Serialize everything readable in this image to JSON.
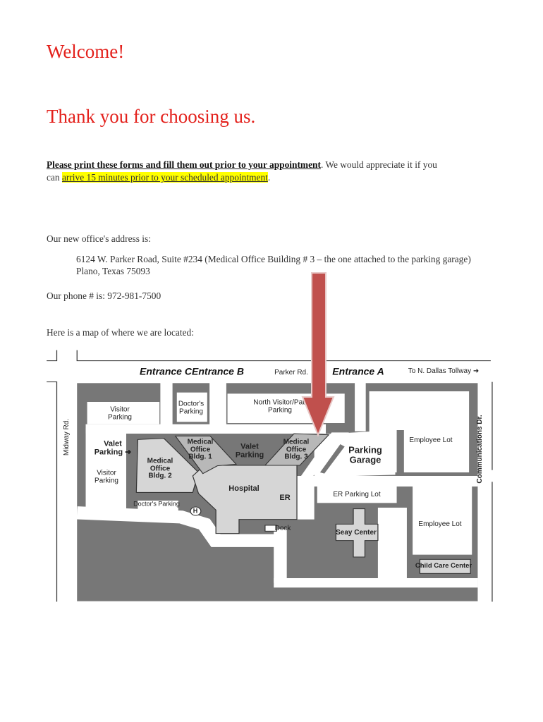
{
  "heading": {
    "welcome": "Welcome!",
    "thanks": "Thank you for choosing us."
  },
  "intro": {
    "instruction_bold": "Please print these forms and fill them out prior to your appointment",
    "after_bold": ".  We would appreciate it if you",
    "line2_prefix": "can ",
    "highlight": "arrive 15 minutes prior to your scheduled appointment",
    "line2_suffix": "."
  },
  "address": {
    "label": "Our new office's address is:",
    "line1": "6124 W. Parker Road, Suite #234 (Medical Office Building # 3 – the one attached to the parking garage)",
    "line2": "Plano, Texas 75093"
  },
  "phone": {
    "label": "Our phone # is:  972-981-7500"
  },
  "map_intro": "Here is a map of  where we are located:",
  "map": {
    "colors": {
      "arrow": "#c0504d",
      "highlight": "#ffff00",
      "heading": "#e3201b"
    },
    "labels": {
      "entrance_c": "Entrance C",
      "entrance_b": "Entrance B",
      "parker_rd": "Parker Rd.",
      "entrance_a": "Entrance A",
      "tollway": "To N. Dallas Tollway ➜",
      "midway_rd": "Midway Rd.",
      "communications_dr": "Communications Dr.",
      "visitor_parking_top": "Visitor\nParking",
      "doctors_parking_top": "Doctor's\nParking",
      "north_visitor": "North Visitor/Pat.\nParking",
      "valet_parking_left": "Valet\nParking ➜",
      "visitor_parking_lower": "Visitor\nParking",
      "mob1": "Medical\nOffice\nBldg. 1",
      "mob2": "Medical\nOffice\nBldg. 2",
      "mob3": "Medical\nOffice\nBldg. 3",
      "valet_parking_center": "Valet\nParking",
      "parking_garage": "Parking\nGarage",
      "employee_lot_top": "Employee Lot",
      "hospital": "Hospital",
      "er": "ER",
      "er_parking": "ER Parking Lot",
      "doctors_parking_lower": "Doctor's Parking",
      "helipad": "H",
      "dock": "Dock",
      "seay_center": "Seay Center",
      "employee_lot_lower": "Employee Lot",
      "child_care": "Child Care Center"
    }
  }
}
